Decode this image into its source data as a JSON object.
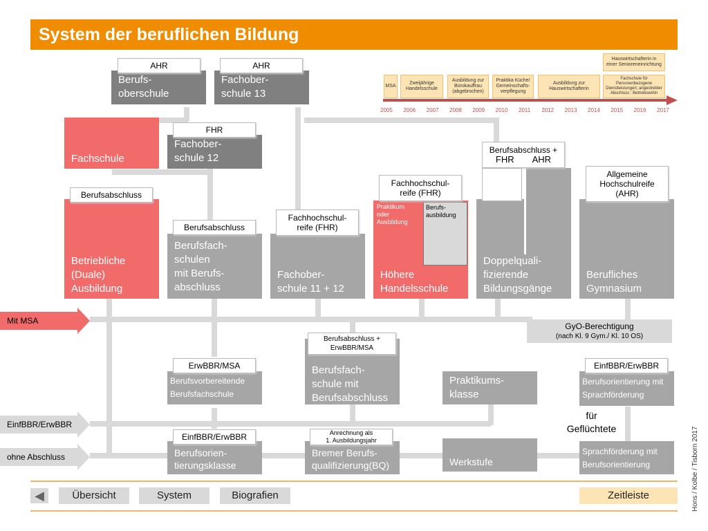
{
  "title": "System der beruflichen Bildung",
  "top": {
    "bos_tag": "AHR",
    "bos_l1": "Berufs-",
    "bos_l2": "oberschule",
    "fos13_tag": "AHR",
    "fos13_l1": "Fachober-",
    "fos13_l2": "schule 13"
  },
  "fachschule": {
    "label": "Fachschule",
    "tag": "Berufsabschluss"
  },
  "fos12": {
    "tag": "FHR",
    "l1": "Fachober-",
    "l2": "schule 12"
  },
  "level2": {
    "dual_l1": "Betriebliche",
    "dual_l2": "(Duale)",
    "dual_l3": "Ausbildung",
    "bfs_tag": "Berufsabschluss",
    "bfs_l1": "Berufsfach-",
    "bfs_l2": "schulen",
    "bfs_l3": "mit Berufs-",
    "bfs_l4": "abschluss",
    "fos1112_tag_l1": "Fachhochschul-",
    "fos1112_tag_l2": "reife (FHR)",
    "fos1112_l1": "Fachober-",
    "fos1112_l2": "schule 11 + 12",
    "hhs_tag_l1": "Fachhochschul-",
    "hhs_tag_l2": "reife (FHR)",
    "hhs_sub1_l1": "Praktikum",
    "hhs_sub1_l2": "oder",
    "hhs_sub1_l3": "Ausbildung",
    "hhs_sub2_l1": "Berufs-",
    "hhs_sub2_l2": "ausbildung",
    "hhs_l1": "Höhere",
    "hhs_l2": "Handelsschule",
    "dq_tag": "Berufsabschluss +",
    "dq_fhr": "FHR",
    "dq_ahr": "AHR",
    "dq_l1": "Doppelquali-",
    "dq_l2": "fizierende",
    "dq_l3": "Bildungsgänge",
    "bg_tag_l1": "Allgemeine",
    "bg_tag_l2": "Hochschulreife",
    "bg_tag_l3": "(AHR)",
    "bg_l1": "Berufliches",
    "bg_l2": "Gymnasium"
  },
  "side": {
    "msa": "Mit MSA",
    "einf": "EinfBBR/ErwBBR",
    "ohne": "ohne Abschluss"
  },
  "gyo": {
    "l1": "GyO-Berechtigung",
    "l2": "(nach Kl. 9 Gym./  Kl. 10 OS)"
  },
  "level1": {
    "bvfs_tag": "ErwBBR/MSA",
    "bvfs_l1": "Berufsvorbereitende",
    "bvfs_l2": "Berufsfachschule",
    "bfs2_tag_l1": "Berufsabschluss +",
    "bfs2_tag_l2": "ErwBBR/MSA",
    "bfs2_l1": "Berufsfach-",
    "bfs2_l2": "schule mit",
    "bfs2_l3": "Berufsabschluss",
    "prak_l1": "Praktikums-",
    "prak_l2": "klasse",
    "bos_sf_tag": "EinfBBR/ErwBBR",
    "bos_sf_l1": "Berufsorientierung mit",
    "bos_sf_l2": "Sprachförderung",
    "fluechtl_l1": "für",
    "fluechtl_l2": "Geflüchtete"
  },
  "level0": {
    "bok_tag": "EinfBBR/ErwBBR",
    "bok_l1": "Berufsorien-",
    "bok_l2": "tierungsklasse",
    "bq_tag_l1": "Anrechnung als",
    "bq_tag_l2": "1. Ausbildungsjahr",
    "bq_l1": "Bremer Berufs-",
    "bq_l2": "qualifizierung(BQ)",
    "werk": "Werkstufe",
    "sf_l1": "Sprachförderung mit",
    "sf_l2": "Berufsorientierung"
  },
  "nav": {
    "back": "◀",
    "b1": "Übersicht",
    "b2": "System",
    "b3": "Biografien",
    "b4": "Zeitleiste"
  },
  "credit": "Hons / Kolbe / Tisborn 2017",
  "timeline": {
    "years": [
      "2005",
      "2006",
      "2007",
      "2008",
      "2009",
      "2010",
      "2011",
      "2012",
      "2013",
      "2014",
      "2015",
      "2016",
      "2017"
    ],
    "msa": "MSA",
    "c1_l1": "Zweijährige",
    "c1_l2": "Handelsschule",
    "c2_l1": "Ausbildung zur",
    "c2_l2": "Bürokauffrau",
    "c2_l3": "(abgebrochen)",
    "c3_l1": "Praktika Küche/",
    "c3_l2": "Gemeinschafts-",
    "c3_l3": "verpflegung",
    "c4_l1": "Ausbildung zur",
    "c4_l2": "Hauswirtschafterin",
    "c5_l1": "Fachschule für",
    "c5_l2": "Personenbezogene",
    "c5_l3": "Dienstleistungen; angestrebter",
    "c5_l4": "Abschluss : Betriebswirtin",
    "top_l1": "Hauswirtschafterin in",
    "top_l2": "einer Senioreneinrichtung"
  }
}
